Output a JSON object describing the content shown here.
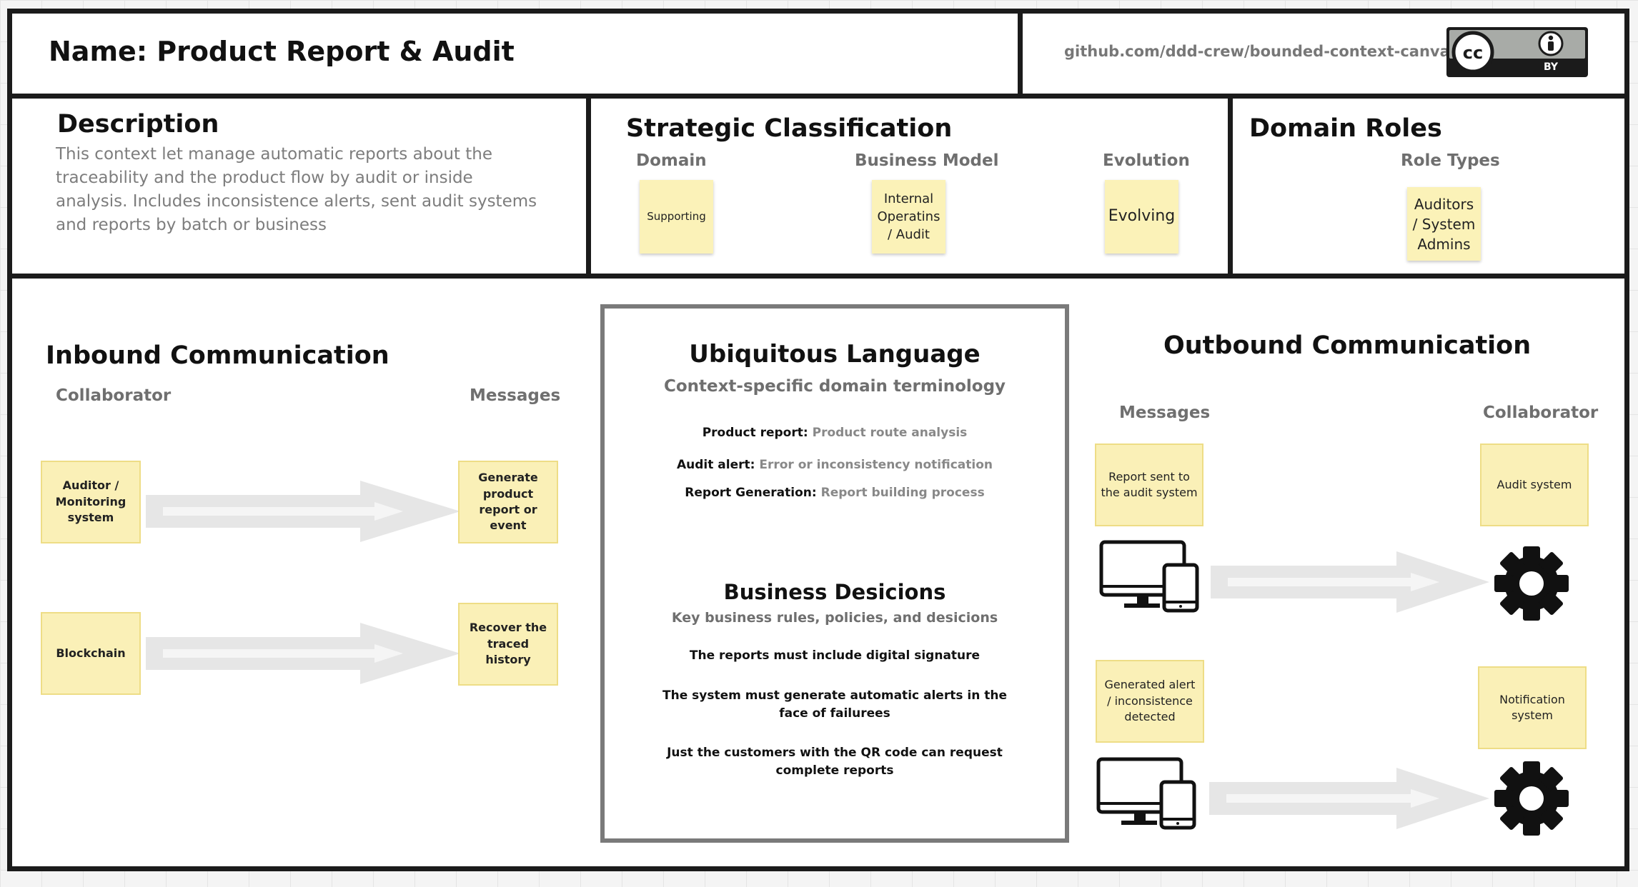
{
  "header": {
    "name": "Name: Product Report & Audit",
    "github_link": "github.com/ddd-crew/bounded-context-canvas",
    "license_cc": "cc",
    "license_by": "BY"
  },
  "description": {
    "title": "Description",
    "text": "This context let manage automatic reports about the traceability and the product flow by audit or inside analysis. Includes inconsistence alerts, sent audit systems and reports by batch or business"
  },
  "strategic": {
    "title": "Strategic Classification",
    "domain_label": "Domain",
    "domain_value": "Supporting",
    "business_model_label": "Business Model",
    "business_model_value": "Internal Operatins / Audit",
    "evolution_label": "Evolution",
    "evolution_value": "Evolving"
  },
  "domain_roles": {
    "title": "Domain Roles",
    "role_types_label": "Role Types",
    "role_value": "Auditors / System Admins"
  },
  "inbound": {
    "title": "Inbound Communication",
    "collaborator_label": "Collaborator",
    "messages_label": "Messages",
    "rows": [
      {
        "collaborator": "Auditor / Monitoring system",
        "message": "Generate product report or event"
      },
      {
        "collaborator": "Blockchain",
        "message": "Recover the traced history"
      }
    ]
  },
  "ubiquitous": {
    "title": "Ubiquitous Language",
    "subtitle": "Context-specific domain terminology",
    "terms": [
      {
        "term": "Product report:",
        "definition": "Product route analysis"
      },
      {
        "term": "Audit alert:",
        "definition": "Error or inconsistency notification"
      },
      {
        "term": "Report Generation:",
        "definition": "Report building process"
      }
    ]
  },
  "decisions": {
    "title": "Business Desicions",
    "subtitle": "Key business rules, policies, and desicions",
    "rules": [
      "The reports must include digital signature",
      "The system must generate automatic alerts in the face of failurees",
      "Just the customers with the QR code can request complete reports"
    ]
  },
  "outbound": {
    "title": "Outbound Communication",
    "messages_label": "Messages",
    "collaborator_label": "Collaborator",
    "rows": [
      {
        "message": "Report sent to the audit system",
        "collaborator": "Audit system",
        "source_icon": "devices-icon",
        "target_icon": "gear-icon"
      },
      {
        "message": "Generated alert / inconsistence detected",
        "collaborator": "Notification system",
        "source_icon": "devices-icon",
        "target_icon": "gear-icon"
      }
    ]
  },
  "colors": {
    "sticky": "#faf0b7",
    "sticky_border": "#eedd86",
    "frame": "#1b1b1b",
    "arrow": "#e6e6e6",
    "muted_text": "#7d7d7d"
  }
}
